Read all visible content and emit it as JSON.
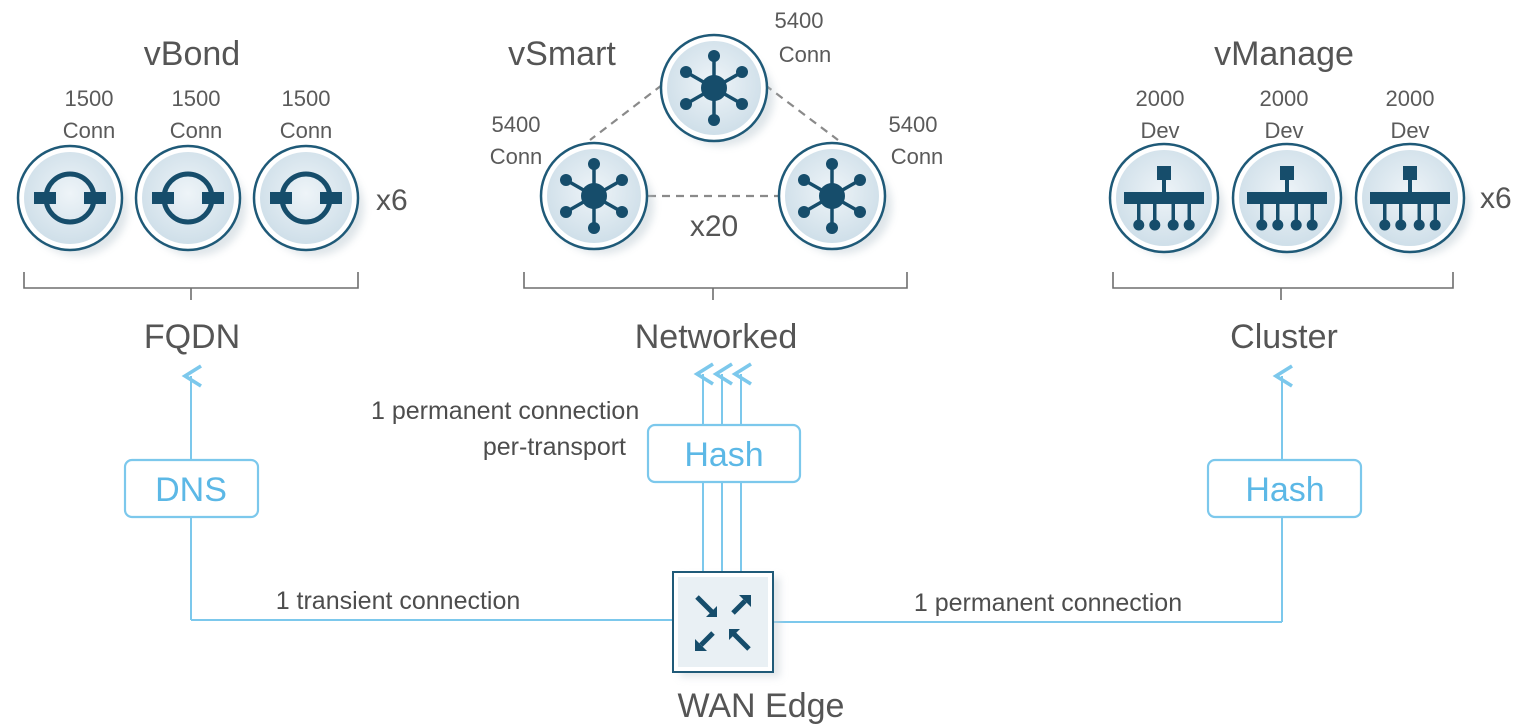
{
  "vbond": {
    "title": "vBond",
    "node_captions": [
      {
        "value": "1500",
        "unit": "Conn"
      },
      {
        "value": "1500",
        "unit": "Conn"
      },
      {
        "value": "1500",
        "unit": "Conn"
      }
    ],
    "multiplier": "x6",
    "group_label": "FQDN",
    "icon": "vbond-orchestrator-icon"
  },
  "vsmart": {
    "title": "vSmart",
    "node_captions": [
      {
        "value": "5400",
        "unit": "Conn"
      },
      {
        "value": "5400",
        "unit": "Conn"
      },
      {
        "value": "5400",
        "unit": "Conn"
      }
    ],
    "multiplier": "x20",
    "group_label": "Networked",
    "icon": "hub-spoke-controller-icon"
  },
  "vmanage": {
    "title": "vManage",
    "node_captions": [
      {
        "value": "2000",
        "unit": "Dev"
      },
      {
        "value": "2000",
        "unit": "Dev"
      },
      {
        "value": "2000",
        "unit": "Dev"
      }
    ],
    "multiplier": "x6",
    "group_label": "Cluster",
    "icon": "management-tree-icon"
  },
  "boxes": {
    "dns": "DNS",
    "hash_vsmart": "Hash",
    "hash_vmanage": "Hash"
  },
  "connections": {
    "vsmart_line1": "1 permanent connection",
    "vsmart_line2": "per-transport",
    "vbond": "1 transient connection",
    "vmanage": "1 permanent connection"
  },
  "wan_edge": {
    "label": "WAN Edge",
    "icon": "router-arrows-icon"
  },
  "colors": {
    "flow_lines": "#7cc8ec",
    "box_text": "#5cb8e6",
    "icon_dark": "#164d6b",
    "text_gray": "#555555"
  }
}
